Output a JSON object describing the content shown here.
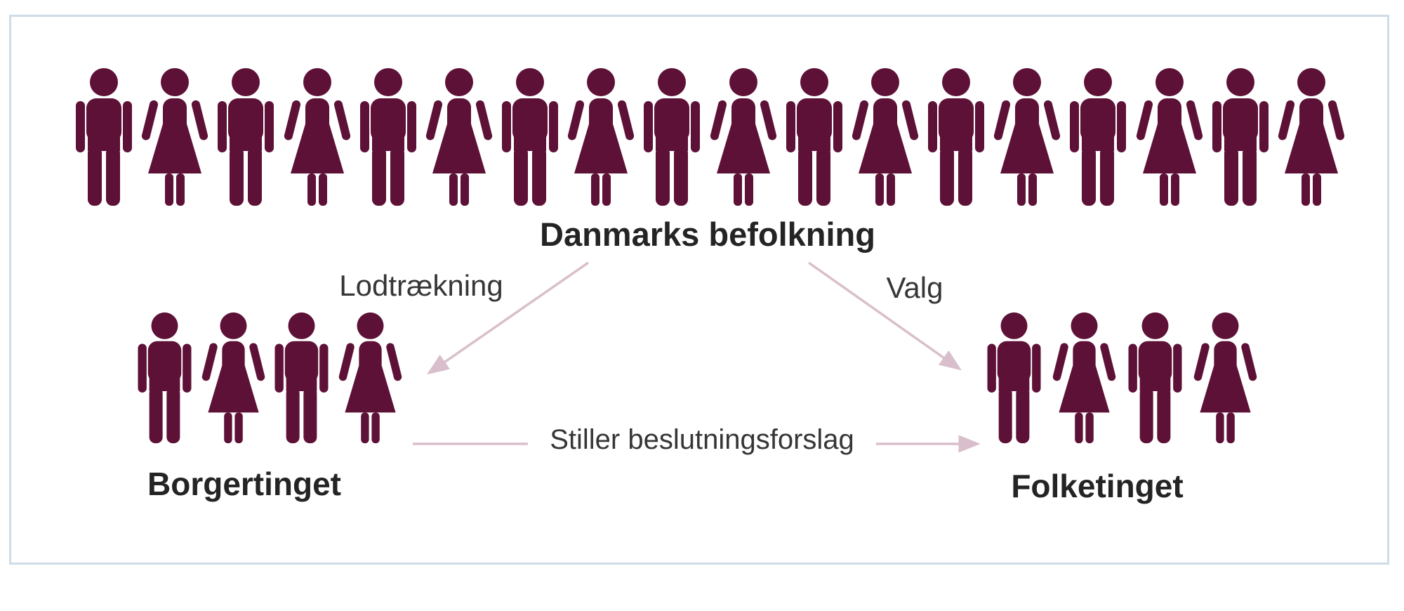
{
  "diagram": {
    "population_label": "Danmarks befolkning",
    "population_row": {
      "count": 18,
      "pattern": [
        "male",
        "female",
        "male",
        "female",
        "male",
        "female",
        "male",
        "female",
        "male",
        "female",
        "male",
        "female",
        "male",
        "female",
        "male",
        "female",
        "male",
        "female"
      ]
    },
    "left_group": {
      "label": "Borgertinget",
      "count": 4,
      "pattern": [
        "male",
        "female",
        "male",
        "female"
      ]
    },
    "right_group": {
      "label": "Folketinget",
      "count": 4,
      "pattern": [
        "male",
        "female",
        "male",
        "female"
      ]
    },
    "arrows": {
      "lottery_label": "Lodtrækning",
      "election_label": "Valg",
      "proposal_label": "Stiller beslutningsforslag"
    },
    "icons": {
      "male": "person-icon-male",
      "female": "person-icon-female"
    },
    "colors": {
      "figure": "#5e1136",
      "arrow": "#d9bfcb",
      "title_text": "#242424",
      "label_text": "#363636",
      "panel_border": "#cfdde8",
      "panel_bg": "#ffffff",
      "page_bg": "#ffffff"
    }
  }
}
